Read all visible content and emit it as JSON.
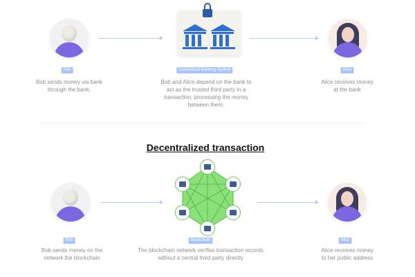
{
  "top": {
    "left_badge": "Pan",
    "left_desc": [
      "Bob sends money via bank",
      "through the bank."
    ],
    "center_badge": "Centralized Banking System",
    "center_desc": [
      "Bob and Alice depend on the bank to",
      "act as the trusted third party in a",
      "transaction, processing the money",
      "between them."
    ],
    "right_badge": "Alice",
    "right_desc": [
      "Alice receives money",
      "at the bank"
    ]
  },
  "section_title": "Decentralized transaction",
  "bottom": {
    "left_badge": "Bob",
    "left_desc": [
      "Bob sends money on the",
      "network the blockchain"
    ],
    "center_badge": "Blockchain",
    "center_desc": [
      "The blockchain network verifies transaction records",
      "without a central third party directly"
    ],
    "right_badge": "Alice",
    "right_desc": [
      "Alice receives money",
      "to her public address"
    ]
  },
  "colors": {
    "accent": "#a9c4fb",
    "bank_blue": "#2f6fd1",
    "network_green": "#7fdc6c"
  }
}
